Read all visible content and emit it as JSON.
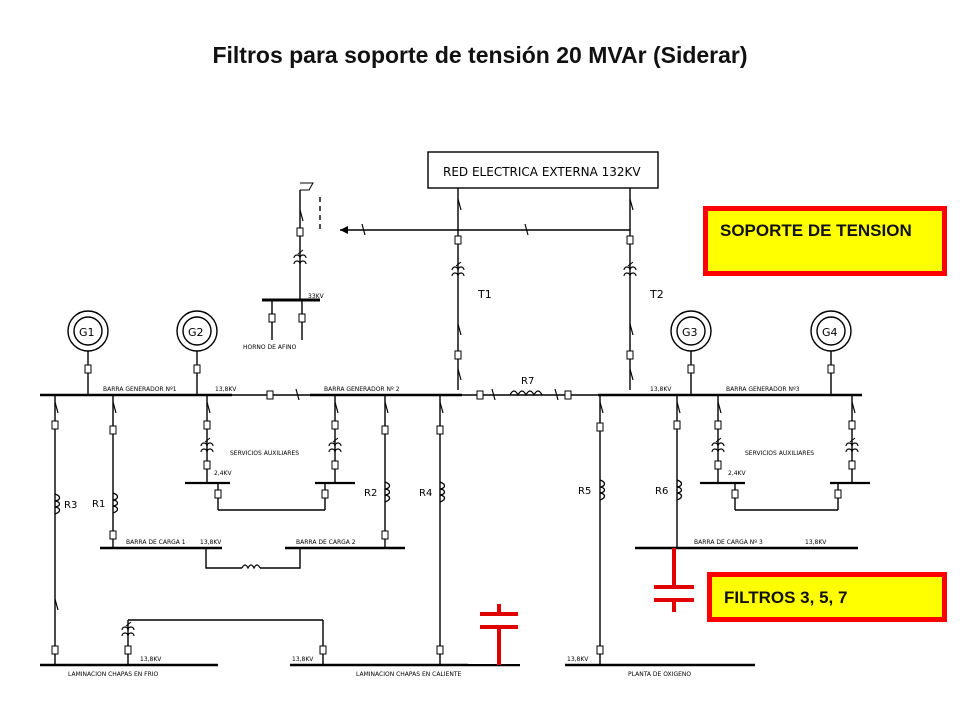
{
  "slide": {
    "title": "Filtros para soporte de tensión 20 MVAr (Siderar)"
  },
  "diagram": {
    "external_grid": "RED ELECTRICA EXTERNA 132KV",
    "transformers": {
      "t1": "T1",
      "t2": "T2"
    },
    "generators": [
      "G1",
      "G2",
      "G3",
      "G4"
    ],
    "reactor_r7": "R7",
    "reactors": {
      "r1": "R1",
      "r2": "R2",
      "r3": "R3",
      "r4": "R4",
      "r5": "R5",
      "r6": "R6"
    },
    "buses": {
      "gen1": "BARRA GENERADOR Nº1",
      "gen2": "BARRA GENERADOR  Nº 2",
      "gen3": "BARRA GENERADOR Nº3",
      "load1": "BARRA DE CARGA 1",
      "load2": "BARRA DE CARGA 2",
      "load3": "BARRA DE CARGA Nº 3",
      "cold": "LAMINACION CHAPAS EN FRIO",
      "hot": "LAMINACION CHAPAS EN CALIENTE",
      "oxygen": "PLANTA DE OXIGENO",
      "furnace": "HORNO DE AFINO"
    },
    "voltages": {
      "v13_8a": "13,8KV",
      "v13_8b": "13,8KV",
      "v13_8c": "13,8KV",
      "v13_8d": "13,8KV",
      "v13_8e": "13,8KV",
      "v13_8f": "13,8KV",
      "v13_8g": "13,8KV",
      "v33": "33KV",
      "v2_4a": "2,4KV",
      "v2_4b": "2,4KV"
    },
    "aux": {
      "a": "SERVICIOS AUXILIARES",
      "b": "SERVICIOS AUXILIARES"
    }
  },
  "callouts": {
    "soporte": "SOPORTE DE TENSION",
    "filtros": "FILTROS 3, 5, 7"
  },
  "colors": {
    "callout_border": "#ff0000",
    "callout_fill": "#ffff00",
    "capacitor": "#e00000"
  }
}
